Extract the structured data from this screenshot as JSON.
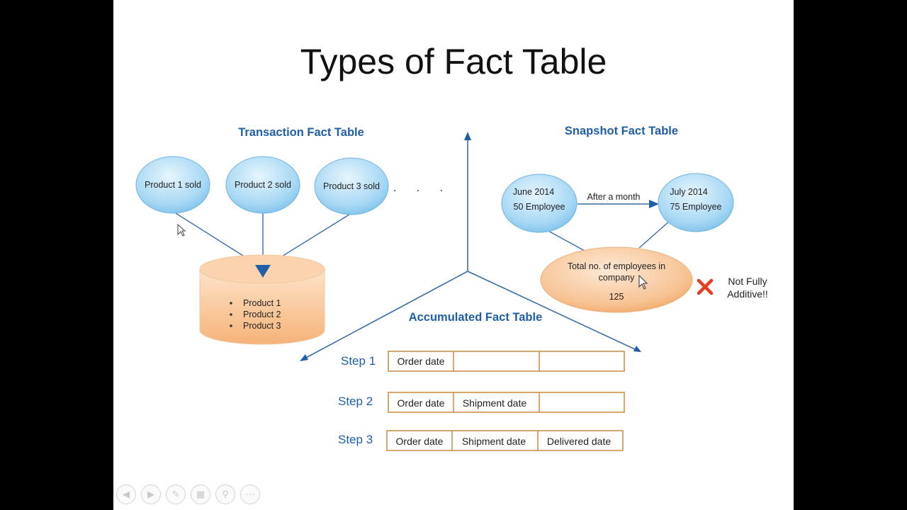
{
  "slide": {
    "title": "Types of Fact Table"
  },
  "transaction": {
    "title": "Transaction Fact Table",
    "events": [
      "Product 1 sold",
      "Product 2 sold",
      "Product 3 sold"
    ],
    "ellipsis": ". . .",
    "table_items": [
      "Product 1",
      "Product 2",
      "Product 3"
    ]
  },
  "snapshot": {
    "title": "Snapshot Fact Table",
    "node_a_line1": "June 2014",
    "node_a_line2": "50 Employee",
    "arrow_label": "After a month",
    "node_b_line1": "July 2014",
    "node_b_line2": "75 Employee",
    "total_line1": "Total no. of employees in",
    "total_line2": "company",
    "total_value": "125",
    "warning_line1": "Not Fully",
    "warning_line2": "Additive!!"
  },
  "accumulated": {
    "title": "Accumulated Fact Table",
    "steps": [
      {
        "label": "Step 1",
        "cells": [
          "Order date",
          "",
          ""
        ]
      },
      {
        "label": "Step 2",
        "cells": [
          "Order date",
          "Shipment date",
          ""
        ]
      },
      {
        "label": "Step 3",
        "cells": [
          "Order date",
          "Shipment date",
          "Delivered date"
        ]
      }
    ]
  },
  "colors": {
    "accent_blue": "#1f5fa8",
    "bubble_blue": "#9fd3f2",
    "cylinder_orange": "#f8bb83",
    "table_border": "#c98a3c",
    "cross_red": "#e83a1e"
  },
  "toolbar": {
    "icons": [
      "prev-icon",
      "next-icon",
      "pen-icon",
      "slides-icon",
      "zoom-icon",
      "more-icon"
    ]
  }
}
